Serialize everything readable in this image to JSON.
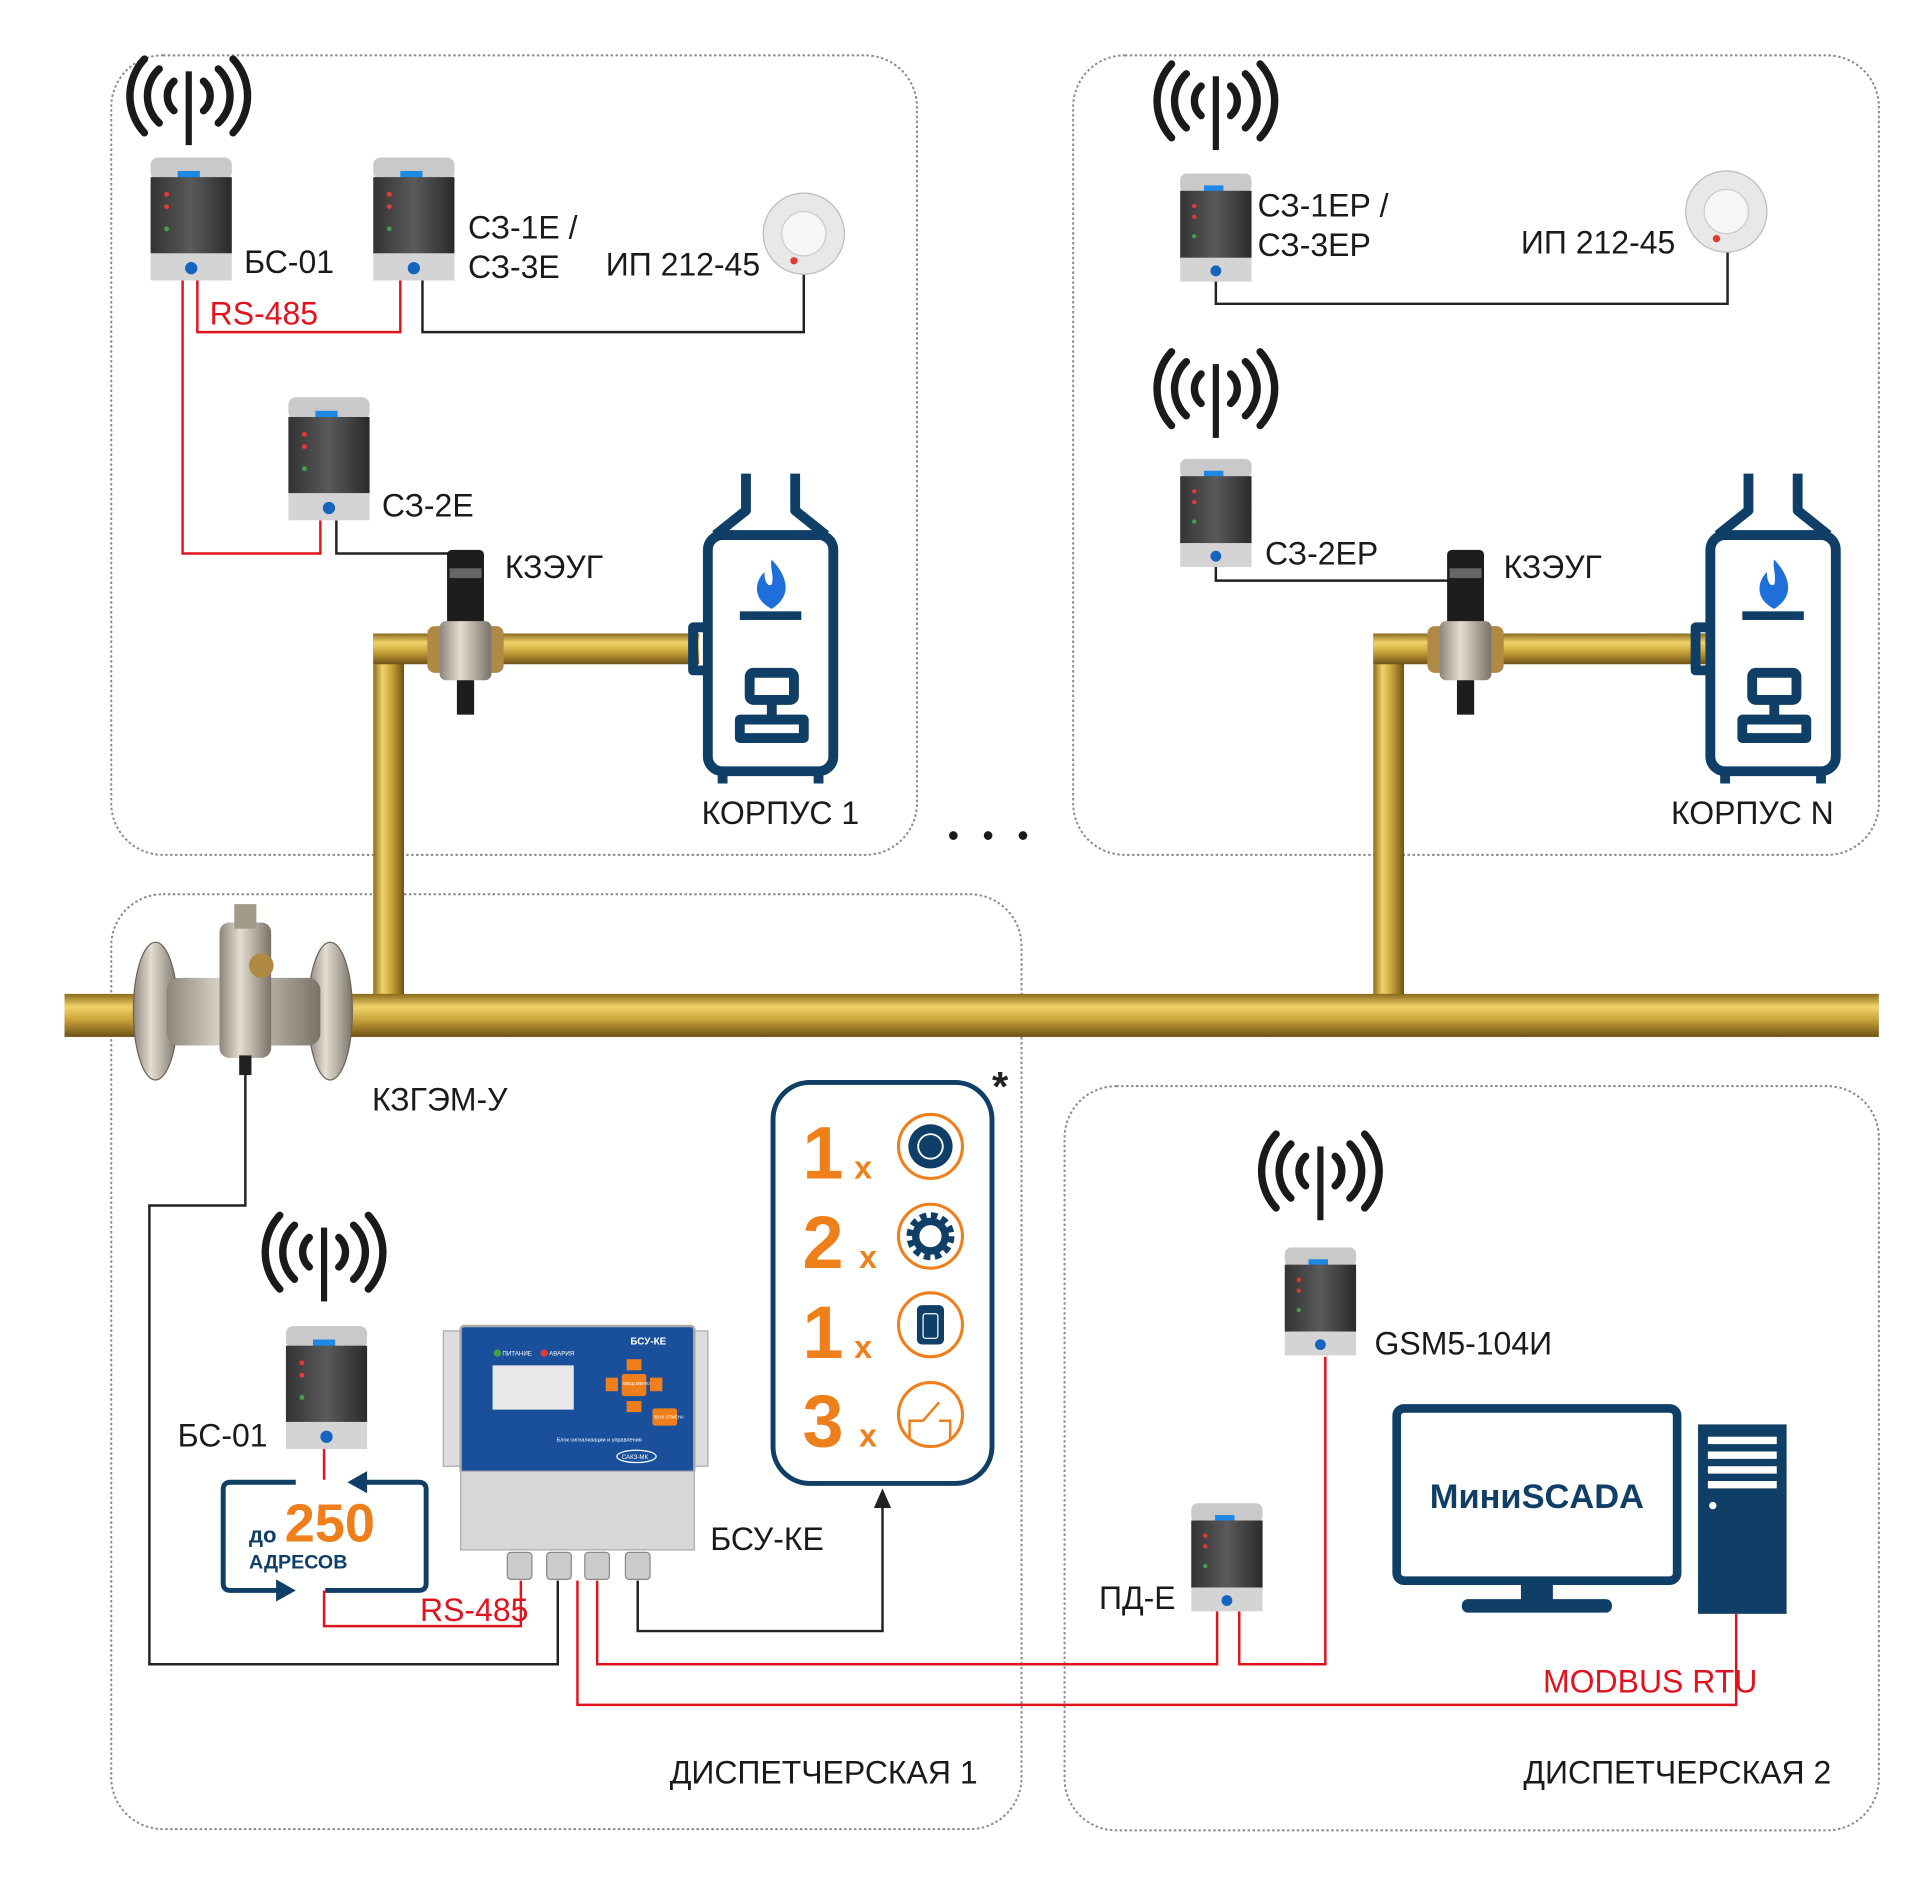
{
  "zones": {
    "building_1": {
      "label": "КОРПУС 1"
    },
    "building_n": {
      "label": "КОРПУС N"
    },
    "dispatch_1": {
      "label": "ДИСПЕТЧЕРСКАЯ 1"
    },
    "dispatch_2": {
      "label": "ДИСПЕТЧЕРСКАЯ 2"
    },
    "ellipsis": "• • •"
  },
  "devices": {
    "bs01_top": "БС-01",
    "sz1e_line1": "СЗ-1Е /",
    "sz1e_line2": "СЗ-3Е",
    "ip_left": "ИП 212-45",
    "rs485_top": "RS-485",
    "sz2e": "СЗ-2Е",
    "kzeug_left": "КЗЭУГ",
    "sz1ep_line1": "СЗ-1ЕР /",
    "sz1ep_line2": "СЗ-3ЕР",
    "ip_right": "ИП 212-45",
    "sz2ep": "СЗ-2ЕР",
    "kzeug_right": "КЗЭУГ",
    "kzgem": "КЗГЭМ-У",
    "bs01_bottom": "БС-01",
    "bsu": "БСУ-КЕ",
    "rs485_bottom": "RS-485",
    "gsm": "GSM5-104И",
    "pde": "ПД-Е",
    "modbus": "MODBUS RTU",
    "miniscada": "МиниSCADA"
  },
  "panel": {
    "title": "БСУ-КЕ",
    "led_power": "ПИТАНИЕ",
    "led_alarm": "АВАРИЯ",
    "btn_enter": "ВВОД МЕНЮ",
    "btn_sound": "ЗВУК ОТМЕНА",
    "caption": "Блок сигнализации и управления",
    "brand": "САКЗ-МК"
  },
  "addresses": {
    "prefix": "до",
    "count": "250",
    "suffix": "АДРЕСОВ"
  },
  "legend": {
    "asterisk": "*",
    "items": [
      {
        "count": "1",
        "mult": "x",
        "icon": "smoke-detector-icon"
      },
      {
        "count": "2",
        "mult": "x",
        "icon": "gear-icon"
      },
      {
        "count": "1",
        "mult": "x",
        "icon": "sensor-device-icon"
      },
      {
        "count": "3",
        "mult": "x",
        "icon": "relay-switch-icon"
      }
    ]
  },
  "colors": {
    "accent": "#ee7f1b",
    "navy": "#0f3f66",
    "signal": "#e0141e",
    "pipe": "#c9a23a"
  }
}
